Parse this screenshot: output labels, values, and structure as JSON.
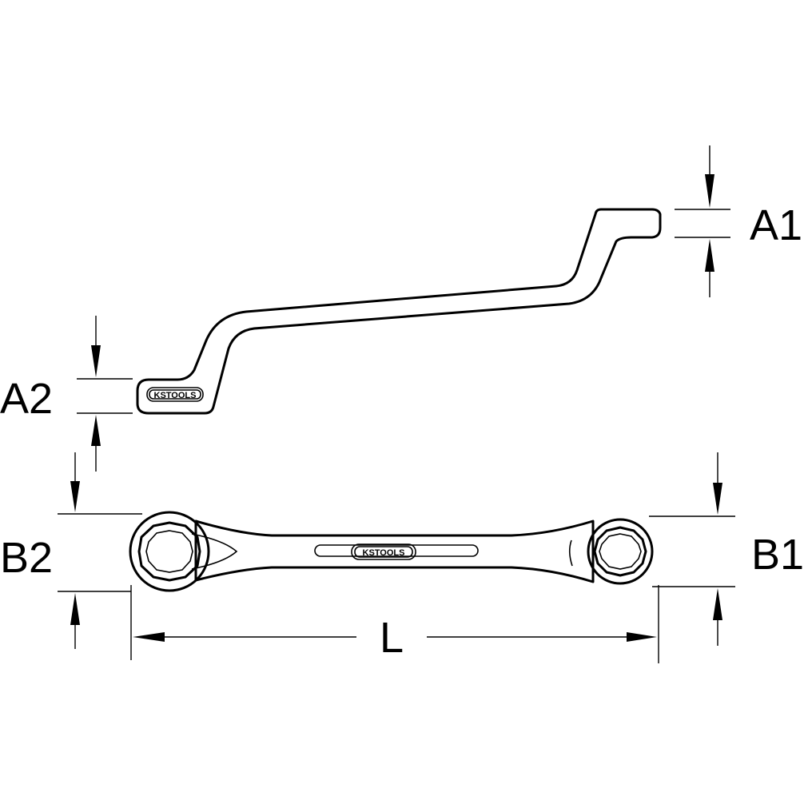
{
  "labels": {
    "a1": "A1",
    "a2": "A2",
    "b1": "B1",
    "b2": "B2",
    "l": "L"
  },
  "brand": {
    "logo_text": "KSTOOLS"
  },
  "colors": {
    "line": "#000000",
    "background": "#ffffff"
  }
}
